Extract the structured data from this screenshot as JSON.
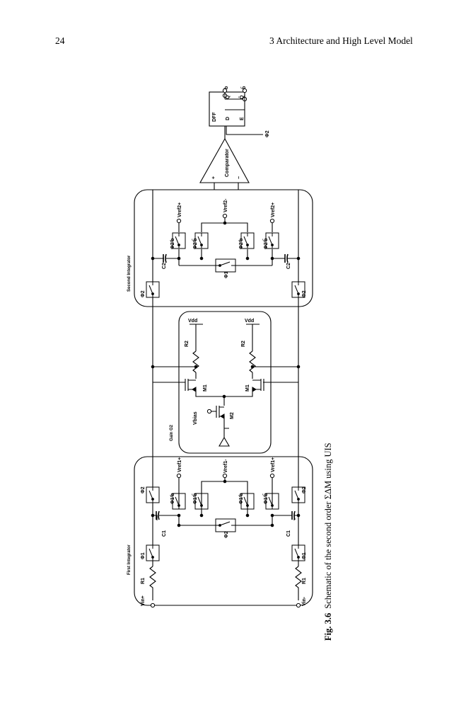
{
  "page": {
    "number": "24",
    "chapter_heading": "3   Architecture and High Level Model"
  },
  "caption": {
    "label": "Fig. 3.6",
    "text": "Schematic of the second order ΣΔM using UIS"
  },
  "regions": {
    "first": "First Integrator",
    "gain": "Gain G2",
    "second": "Second Integrator"
  },
  "inputs": {
    "plus": "Vin+",
    "minus": "Vin-"
  },
  "labels": {
    "r1": "R1",
    "c1": "C1",
    "c2": "C2",
    "r2": "R2",
    "m1": "M1",
    "m2": "M2",
    "vbias": "Vbias",
    "vdd": "Vdd",
    "phi1": "Φ1",
    "phi2": "Φ2",
    "phi1b": "Φ1'b",
    "phi1bar": "Φ1'b̄",
    "phi2b": "Φ2'b",
    "phi2bar": "Φ2'b̄",
    "vref1p": "Vref1+",
    "vref1m": "Vref1-",
    "vref2p": "Vref2+",
    "vref2m": "Vref2-",
    "comparator": "Comparator",
    "plus": "+",
    "minus": "−"
  },
  "dff": {
    "title": "DFF",
    "d": "D",
    "e": "E",
    "q": "Q",
    "qbar": "Q̄",
    "clock": "Φ2"
  },
  "outputs": {
    "b": "b",
    "bbar": "b̄"
  }
}
